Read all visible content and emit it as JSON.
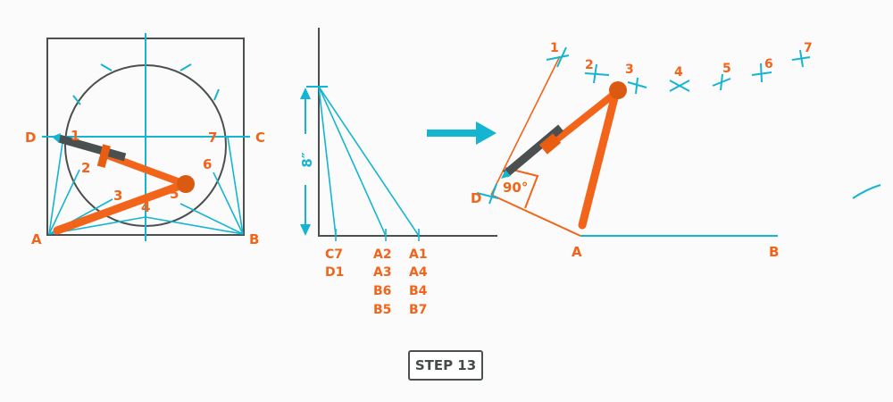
{
  "colors": {
    "accent_cyan": "#14b5d0",
    "accent_orange": "#f26419",
    "dark_gray": "#4a4f50",
    "background": "#fbfbfb"
  },
  "left_figure": {
    "corners": {
      "a": "A",
      "b": "B",
      "c": "C",
      "d": "D"
    },
    "points": [
      "1",
      "2",
      "3",
      "4",
      "5",
      "6",
      "7"
    ]
  },
  "middle_figure": {
    "dimension": "8″",
    "columns": [
      {
        "labels": [
          "C7",
          "D1"
        ]
      },
      {
        "labels": [
          "A2",
          "A3",
          "B6",
          "B5"
        ]
      },
      {
        "labels": [
          "A1",
          "A4",
          "B4",
          "B7"
        ]
      }
    ]
  },
  "right_figure": {
    "corners": {
      "a": "A",
      "b": "B",
      "d": "D"
    },
    "angle": "90°",
    "points": [
      "1",
      "2",
      "3",
      "4",
      "5",
      "6",
      "7"
    ]
  },
  "step": {
    "label": "STEP 13"
  }
}
